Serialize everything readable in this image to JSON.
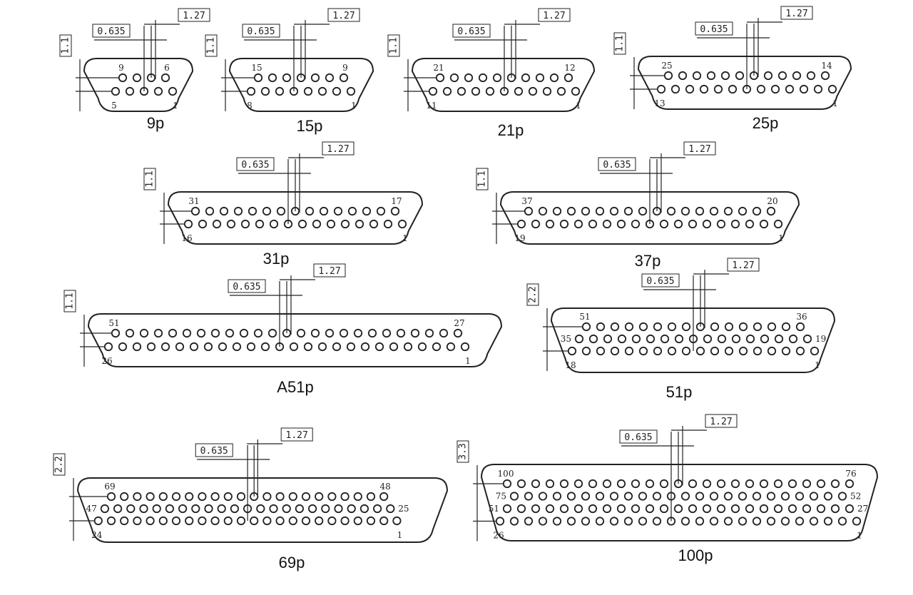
{
  "dims": {
    "pitch": "1.27",
    "half_pitch": "0.635"
  },
  "connectors": [
    {
      "title": "9p",
      "row_spacing": "1.1",
      "rows": [
        {
          "count": 4,
          "first": "9",
          "last": "6"
        },
        {
          "count": 5,
          "first": "5",
          "last": "1"
        }
      ]
    },
    {
      "title": "15p",
      "row_spacing": "1.1",
      "rows": [
        {
          "count": 7,
          "first": "15",
          "last": "9"
        },
        {
          "count": 8,
          "first": "8",
          "last": "1"
        }
      ]
    },
    {
      "title": "21p",
      "row_spacing": "1.1",
      "rows": [
        {
          "count": 10,
          "first": "21",
          "last": "12"
        },
        {
          "count": 11,
          "first": "11",
          "last": "1"
        }
      ]
    },
    {
      "title": "25p",
      "row_spacing": "1.1",
      "rows": [
        {
          "count": 12,
          "first": "25",
          "last": "14"
        },
        {
          "count": 13,
          "first": "13",
          "last": "1"
        }
      ]
    },
    {
      "title": "31p",
      "row_spacing": "1.1",
      "rows": [
        {
          "count": 15,
          "first": "31",
          "last": "17"
        },
        {
          "count": 16,
          "first": "16",
          "last": "1"
        }
      ]
    },
    {
      "title": "37p",
      "row_spacing": "1.1",
      "rows": [
        {
          "count": 18,
          "first": "37",
          "last": "20"
        },
        {
          "count": 19,
          "first": "19",
          "last": "1"
        }
      ]
    },
    {
      "title": "A51p",
      "row_spacing": "1.1",
      "rows": [
        {
          "count": 25,
          "first": "51",
          "last": "27"
        },
        {
          "count": 26,
          "first": "26",
          "last": "1"
        }
      ]
    },
    {
      "title": "51p",
      "row_spacing": "2.2",
      "rows": [
        {
          "count": 16,
          "first": "51",
          "last": "36"
        },
        {
          "count": 17,
          "first": "35",
          "last": "19"
        },
        {
          "count": 18,
          "first": "18",
          "last": "1"
        }
      ]
    },
    {
      "title": "69p",
      "row_spacing": "2.2",
      "rows": [
        {
          "count": 22,
          "first": "69",
          "last": "48"
        },
        {
          "count": 23,
          "first": "47",
          "last": "25"
        },
        {
          "count": 24,
          "first": "24",
          "last": "1"
        }
      ]
    },
    {
      "title": "100p",
      "row_spacing": "3.3",
      "rows": [
        {
          "count": 25,
          "first": "100",
          "last": "76"
        },
        {
          "count": 24,
          "first": "75",
          "last": "52"
        },
        {
          "count": 25,
          "first": "51",
          "last": "27"
        },
        {
          "count": 26,
          "first": "26",
          "last": "1"
        }
      ]
    }
  ]
}
